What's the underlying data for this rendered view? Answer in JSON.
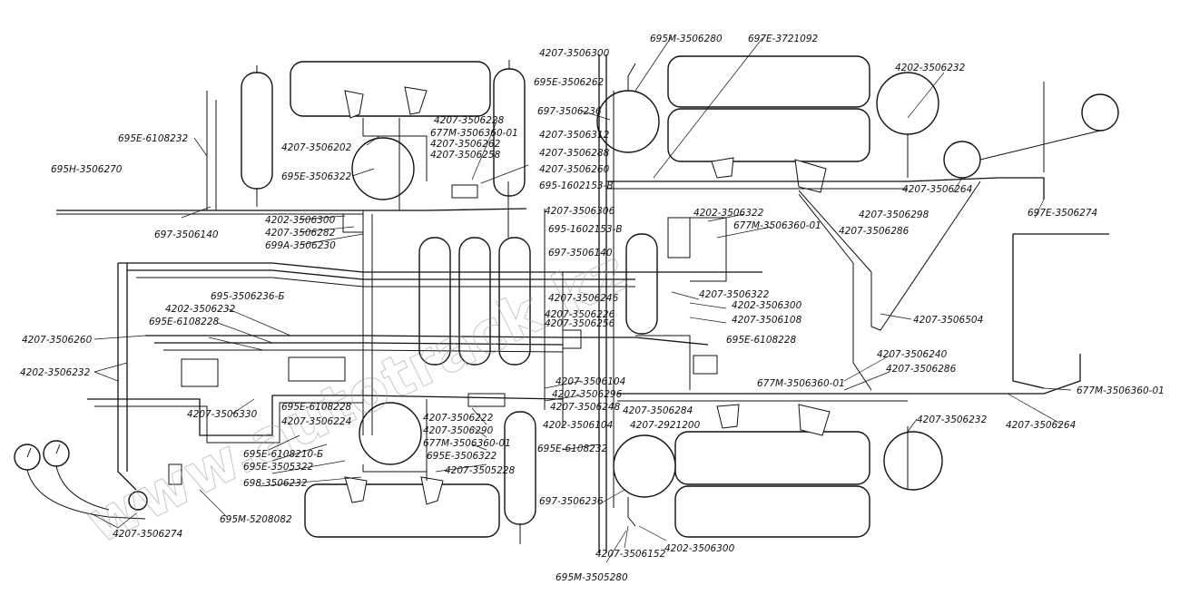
{
  "watermark": "www.autotrack.kz",
  "labels": [
    {
      "id": "l1",
      "text": "695Н-3506270"
    },
    {
      "id": "l2",
      "text": "695Е-6108232"
    },
    {
      "id": "l3",
      "text": "697-3506140"
    },
    {
      "id": "l4",
      "text": "4202-3506300"
    },
    {
      "id": "l5",
      "text": "4207-3506282"
    },
    {
      "id": "l6",
      "text": "699А-3506230"
    },
    {
      "id": "l7",
      "text": "4207-3506202"
    },
    {
      "id": "l8",
      "text": "695Е-3506322"
    },
    {
      "id": "l9",
      "text": "4207-3506228"
    },
    {
      "id": "l10",
      "text": "677М-3506360-01"
    },
    {
      "id": "l11",
      "text": "4207-3506262"
    },
    {
      "id": "l12",
      "text": "4207-3506258"
    },
    {
      "id": "l13",
      "text": "4207-3506300"
    },
    {
      "id": "l14",
      "text": "695Е-3506262"
    },
    {
      "id": "l15",
      "text": "697-3506236"
    },
    {
      "id": "l16",
      "text": "4207-3506312"
    },
    {
      "id": "l17",
      "text": "4207-3506288"
    },
    {
      "id": "l18",
      "text": "4207-3506260"
    },
    {
      "id": "l19",
      "text": "695-1602153-В"
    },
    {
      "id": "l20",
      "text": "695М-3506280"
    },
    {
      "id": "l21",
      "text": "697Е-3721092"
    },
    {
      "id": "l22",
      "text": "4202-3506232"
    },
    {
      "id": "l23",
      "text": "4207-3506264"
    },
    {
      "id": "l24",
      "text": "4207-3506298"
    },
    {
      "id": "l25",
      "text": "4207-3506286"
    },
    {
      "id": "l26",
      "text": "697Е-3506274"
    },
    {
      "id": "l27",
      "text": "4202-3506322"
    },
    {
      "id": "l28",
      "text": "677М-3506360-01"
    },
    {
      "id": "l29",
      "text": "4207-3506306"
    },
    {
      "id": "l30",
      "text": "695-1602153-В"
    },
    {
      "id": "l31",
      "text": "697-3506140"
    },
    {
      "id": "l32",
      "text": "4207-3506246"
    },
    {
      "id": "l33",
      "text": "4207-3506322"
    },
    {
      "id": "l34",
      "text": "4202-3506300"
    },
    {
      "id": "l35",
      "text": "4207-3506108"
    },
    {
      "id": "l36",
      "text": "4207-3506504"
    },
    {
      "id": "l37",
      "text": "695Е-6108228"
    },
    {
      "id": "l38",
      "text": "4207-3506240"
    },
    {
      "id": "l39",
      "text": "4207-3506286"
    },
    {
      "id": "l40",
      "text": "677М-3506360-01"
    },
    {
      "id": "l41",
      "text": "4207-3506232"
    },
    {
      "id": "l42",
      "text": "677М-3506360-01"
    },
    {
      "id": "l43",
      "text": "4207-3506264"
    },
    {
      "id": "l44",
      "text": "695-3506236-Б"
    },
    {
      "id": "l45",
      "text": "4202-3506232"
    },
    {
      "id": "l46",
      "text": "695Е-6108228"
    },
    {
      "id": "l47",
      "text": "4207-3506260"
    },
    {
      "id": "l48",
      "text": "4202-3506232"
    },
    {
      "id": "l49",
      "text": "4207-3506226"
    },
    {
      "id": "l50",
      "text": "4207-3506256"
    },
    {
      "id": "l51",
      "text": "4207-3506104"
    },
    {
      "id": "l52",
      "text": "4207-3506296"
    },
    {
      "id": "l53",
      "text": "4207-3506248"
    },
    {
      "id": "l54",
      "text": "4202-3506104"
    },
    {
      "id": "l55",
      "text": "4207-3506284"
    },
    {
      "id": "l56",
      "text": "4207-2921200"
    },
    {
      "id": "l57",
      "text": "695Е-6108232"
    },
    {
      "id": "l58",
      "text": "4207-3506330"
    },
    {
      "id": "l59",
      "text": "695Е-6108228"
    },
    {
      "id": "l60",
      "text": "4207-3506224"
    },
    {
      "id": "l61",
      "text": "4207-3506222"
    },
    {
      "id": "l62",
      "text": "4207-3506290"
    },
    {
      "id": "l63",
      "text": "677М-3506360-01"
    },
    {
      "id": "l64",
      "text": "695Е-3506322"
    },
    {
      "id": "l65",
      "text": "4207-3505228"
    },
    {
      "id": "l66",
      "text": "695Е-6108210-Б"
    },
    {
      "id": "l67",
      "text": "695Е-3505322"
    },
    {
      "id": "l68",
      "text": "698-3506232"
    },
    {
      "id": "l69",
      "text": "695М-5208082"
    },
    {
      "id": "l70",
      "text": "4207-3506274"
    },
    {
      "id": "l71",
      "text": "697-3506236"
    },
    {
      "id": "l72",
      "text": "4207-3506152"
    },
    {
      "id": "l73",
      "text": "4202-3506300"
    },
    {
      "id": "l74",
      "text": "695М-3505280"
    }
  ]
}
